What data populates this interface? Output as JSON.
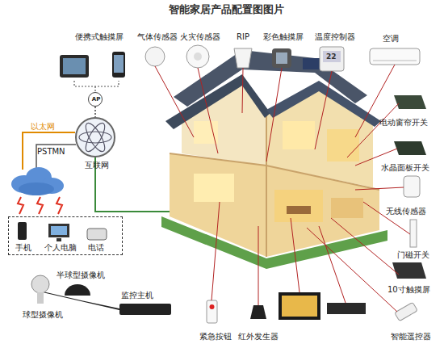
{
  "diagram": {
    "title": "智能家居产品配置图图片",
    "nodes": [
      {
        "text": [
          "AP"
        ]
      },
      {
        "text": [
          "互联网"
        ]
      },
      {
        "text": [
          "手机",
          "个人电脑",
          "电话"
        ]
      },
      {
        "text": [
          "监控主机"
        ]
      }
    ],
    "edges": [
      {
        "from": 0,
        "to": 1,
        "arrow": "none"
      }
    ],
    "labels": [
      "便携式触摸屏",
      "气体传感器",
      "火灾传感器",
      "RIP",
      "彩色触摸屏",
      "温度控制器",
      "空调",
      "电动窗帘开关",
      "水晶面板开关",
      "无线传感器",
      "门磁开关",
      "10寸触摸屏",
      "智能遥控器",
      "以太网",
      "PSTMN",
      "半球型摄像机",
      "球型摄像机",
      "紧急按钮",
      "红外发生器",
      "22"
    ]
  }
}
